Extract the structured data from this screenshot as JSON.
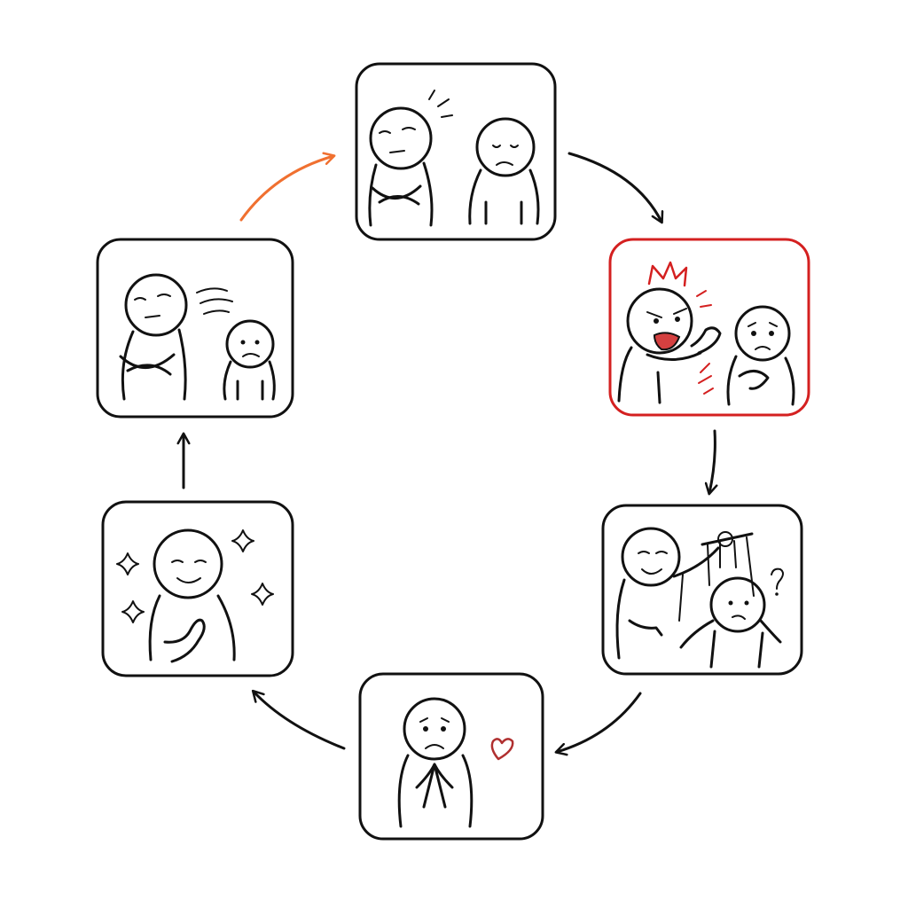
{
  "diagram": {
    "type": "cycle",
    "colors": {
      "ink": "#111111",
      "highlight_panel": "#d42020",
      "highlight_arrow": "#f07030",
      "background": "#ffffff"
    },
    "panels": [
      {
        "id": "tension",
        "icons": [
          "smug-person-arms-crossed",
          "sad-person",
          "tension-marks"
        ]
      },
      {
        "id": "explosion",
        "highlighted": true,
        "icons": [
          "angry-shouting-person",
          "anger-burst-icon",
          "frightened-person"
        ]
      },
      {
        "id": "manipulation",
        "icons": [
          "puppeteer-person",
          "puppet-strings-icon",
          "confused-person",
          "question-mark-icon"
        ]
      },
      {
        "id": "reconciliation",
        "icons": [
          "pleading-person",
          "heart-icon"
        ]
      },
      {
        "id": "calm",
        "icons": [
          "content-person",
          "sparkle-icon"
        ]
      },
      {
        "id": "rebuilding-tension",
        "icons": [
          "smug-person-arms-crossed",
          "sad-person",
          "whoosh-marks"
        ]
      }
    ],
    "arrows": [
      {
        "from": "tension",
        "to": "explosion"
      },
      {
        "from": "explosion",
        "to": "manipulation"
      },
      {
        "from": "manipulation",
        "to": "reconciliation"
      },
      {
        "from": "reconciliation",
        "to": "calm"
      },
      {
        "from": "calm",
        "to": "rebuilding-tension"
      },
      {
        "from": "rebuilding-tension",
        "to": "tension",
        "highlighted": true
      }
    ]
  }
}
